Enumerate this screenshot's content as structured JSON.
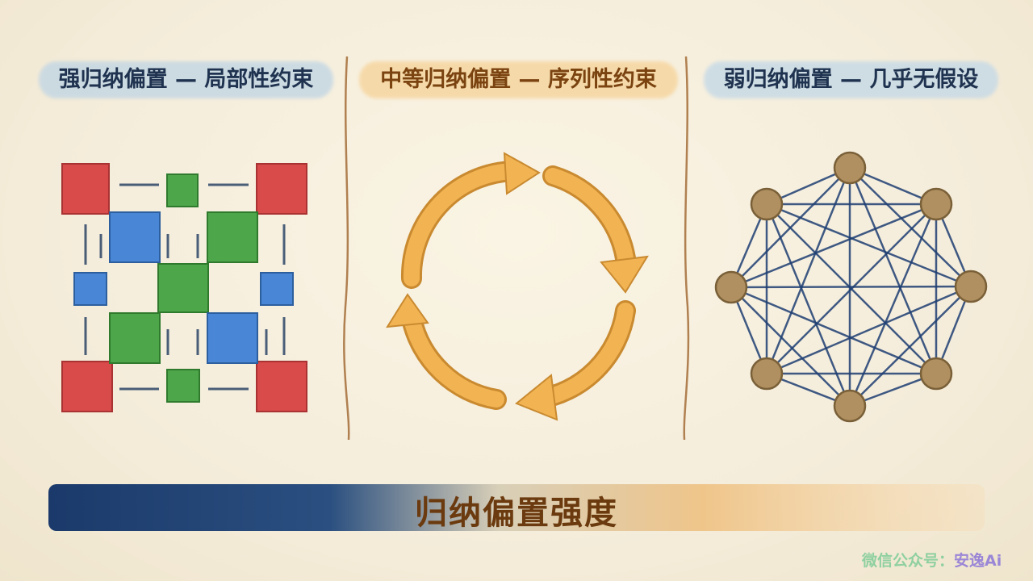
{
  "panels": [
    {
      "title": "强归纳偏置 — 局部性约束"
    },
    {
      "title": "中等归纳偏置 — 序列性约束"
    },
    {
      "title": "弱归纳偏置 — 几乎无假设"
    }
  ],
  "bar": {
    "label": "归纳偏置强度"
  },
  "watermark": {
    "prefix": "微信公众号：",
    "name": "安逸Ai"
  },
  "colors": {
    "red": "#d94a4a",
    "blue": "#4a86d6",
    "green": "#4ea64a",
    "orange": "#f2b453",
    "navy": "#1f3f73",
    "node": "#b09060"
  }
}
